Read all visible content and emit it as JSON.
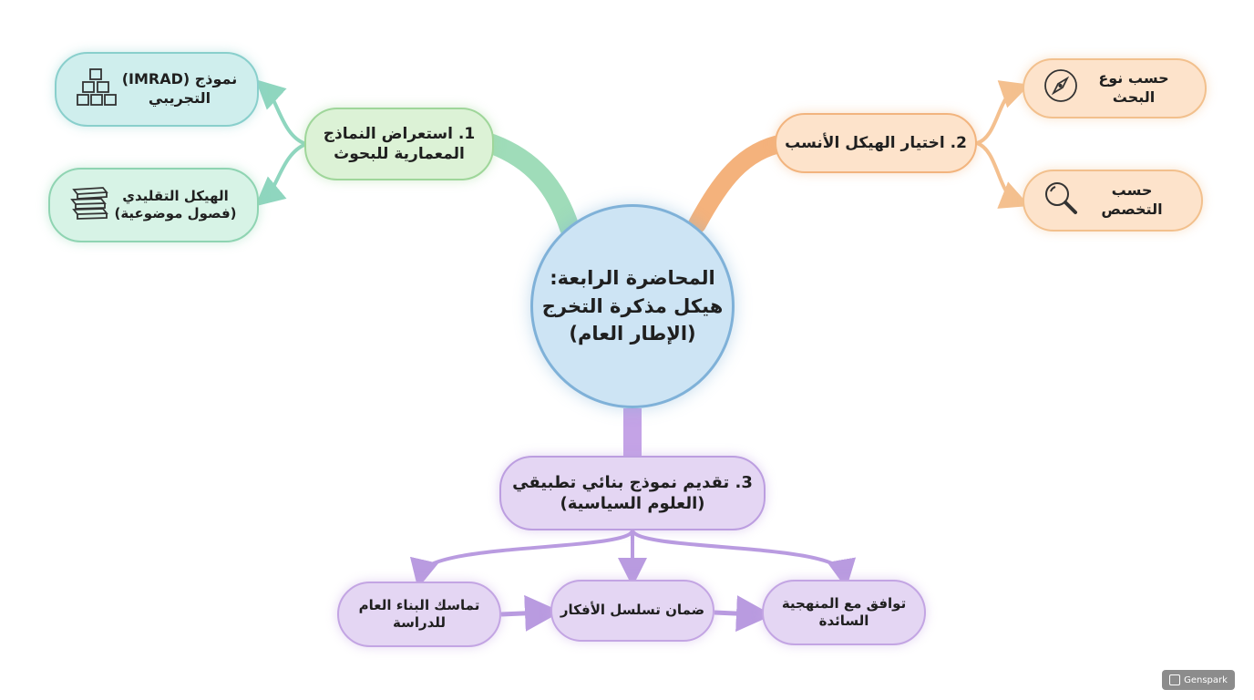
{
  "center": {
    "line1": "المحاضرة الرابعة:",
    "line2": "هيكل مذكرة التخرج",
    "line3": "(الإطار العام)"
  },
  "branch1": {
    "line1": "1. استعراض النماذج",
    "line2": "المعمارية للبحوث",
    "color": "#9fd69a",
    "children": [
      {
        "line1": "نموذج (IMRAD)",
        "line2": "التجريبي",
        "icon": "building-blocks-icon"
      },
      {
        "line1": "الهيكل التقليدي",
        "line2": "(فصول موضوعية)",
        "icon": "stacked-books-icon"
      }
    ]
  },
  "branch2": {
    "label": "2. اختيار الهيكل الأنسب",
    "color": "#f2b47e",
    "children": [
      {
        "label": "حسب نوع البحث",
        "icon": "compass-icon"
      },
      {
        "label": "حسب التخصص",
        "icon": "magnifier-icon"
      }
    ]
  },
  "branch3": {
    "line1": "3. تقديم نموذج بنائي تطبيقي",
    "line2": "(العلوم السياسية)",
    "color": "#bc9ee0",
    "children": [
      {
        "line1": "تماسك البناء العام",
        "line2": "للدراسة"
      },
      {
        "line1": "ضمان تسلسل الأفكار",
        "line2": ""
      },
      {
        "line1": "توافق مع المنهجية",
        "line2": "السائدة"
      }
    ]
  },
  "watermark": "Genspark"
}
